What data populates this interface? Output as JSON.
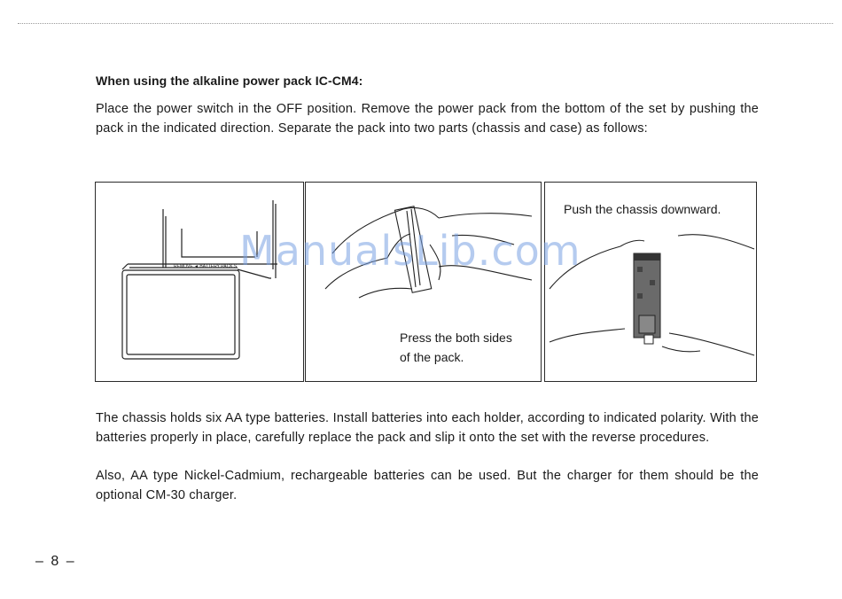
{
  "heading": "When using the alkaline power pack IC-CM4:",
  "intro": "Place the power switch in the OFF position.  Remove the power pack from the bottom of the set by pushing the pack in the indicated direction.  Separate the pack into two parts (chassis and case) as follows:",
  "figures": {
    "fig1_label": "REMOVE ◄ BATTERY PACK  S",
    "fig2_caption_line1": "Press the both sides",
    "fig2_caption_line2": "of the pack.",
    "fig3_caption": "Push the chassis downward."
  },
  "body1": "The chassis holds six AA type batteries.  Install batteries into each holder, according to indicated polarity.  With the batteries properly in place, carefully replace the pack and slip it onto the set with the reverse procedures.",
  "body2": "Also, AA type Nickel-Cadmium, rechargeable batteries can be used.  But the charger for them should be the optional CM-30 charger.",
  "watermark": "ManualsLib.com",
  "page_number": "– 8 –"
}
